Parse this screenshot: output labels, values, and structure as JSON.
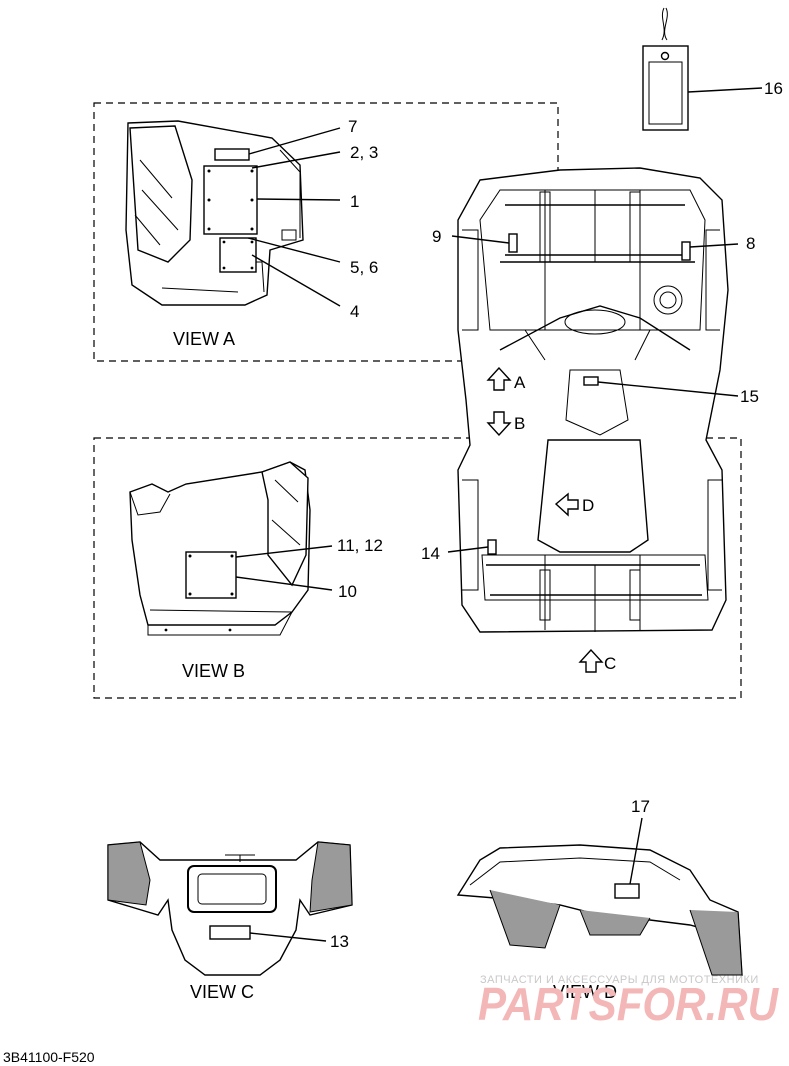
{
  "views": {
    "a": "VIEW A",
    "b": "VIEW B",
    "c": "VIEW C",
    "d": "VIEW D"
  },
  "callouts": {
    "c1": "1",
    "c2_3": "2, 3",
    "c4": "4",
    "c5_6": "5, 6",
    "c7": "7",
    "c8": "8",
    "c9": "9",
    "c10": "10",
    "c11_12": "11, 12",
    "c13": "13",
    "c14": "14",
    "c15": "15",
    "c16": "16",
    "c17": "17"
  },
  "arrows": {
    "a": "A",
    "b": "B",
    "c": "C",
    "d": "D"
  },
  "diagram_code": "3B41100-F520",
  "watermark": {
    "line1": "ЗАПЧАСТИ И АКСЕССУАРЫ ДЛЯ МОТОТЕХНИКИ",
    "line2": "PARTSFOR.RU"
  }
}
